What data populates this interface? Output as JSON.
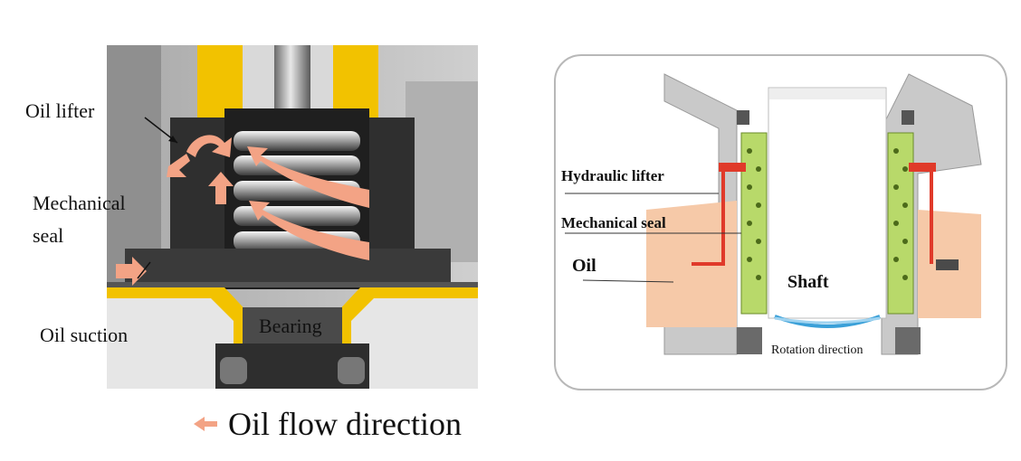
{
  "left_panel": {
    "labels": {
      "oil_lifter": "Oil lifter",
      "mechanical_seal_line1": "Mechanical",
      "mechanical_seal_line2": "seal",
      "oil_suction": "Oil suction",
      "bearing": "Bearing"
    }
  },
  "right_panel": {
    "labels": {
      "hydraulic_lifter": "Hydraulic lifter",
      "mechanical_seal": "Mechanical seal",
      "oil": "Oil",
      "shaft": "Shaft",
      "rotation_direction": "Rotation direction"
    }
  },
  "legend": {
    "text": "Oil flow direction"
  },
  "colors": {
    "flow_arrow": "#f3a385",
    "yellow_housing": "#f2c200",
    "seal_green": "#b8d96a",
    "oil_region": "#f6c9a8",
    "red_lifter": "#e03a2a",
    "rotation_blue": "#3aa0d8"
  }
}
